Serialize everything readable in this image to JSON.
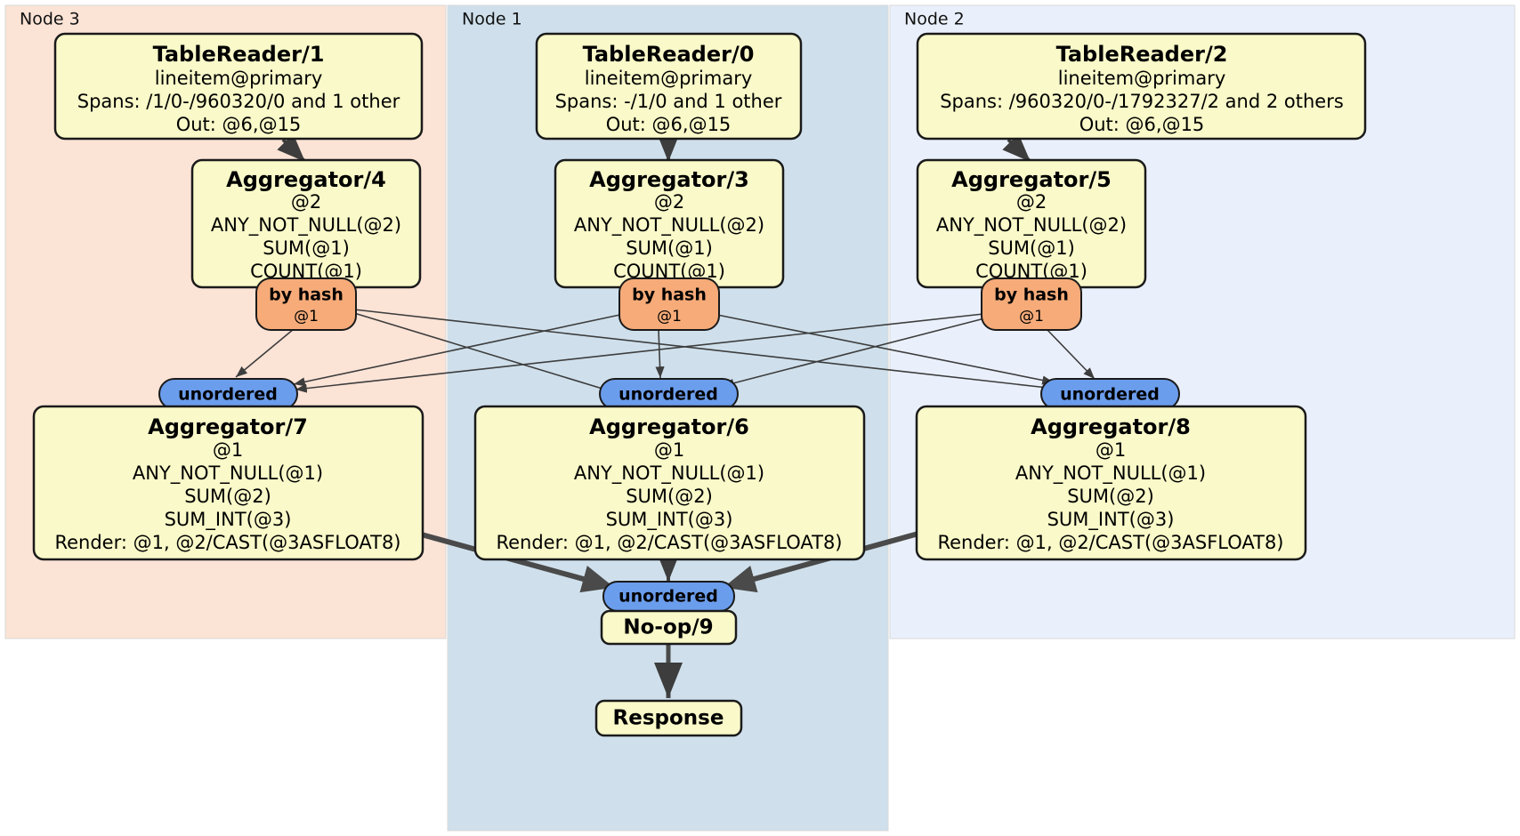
{
  "diagram": {
    "type": "distributed-query-plan",
    "colors": {
      "node3_panel": "#fbe3d6",
      "node1_panel": "#cfe0ec",
      "node2_panel": "#eaf0fb",
      "processor_fill": "#f9f9c9",
      "processor_stroke": "#1a1a1a",
      "hash_router_fill": "#f6ab79",
      "unordered_sync_fill": "#6b9ded",
      "edge_thin": "#3d3d3d",
      "edge_thick": "#4a4a4a"
    },
    "panels": [
      {
        "id": "node3",
        "label": "Node 3"
      },
      {
        "id": "node1",
        "label": "Node 1"
      },
      {
        "id": "node2",
        "label": "Node 2"
      }
    ],
    "boxes": {
      "tablereader1": {
        "title": "TableReader/1",
        "lines": [
          "lineitem@primary",
          "Spans: /1/0-/960320/0 and 1 other",
          "Out: @6,@15"
        ]
      },
      "tablereader0": {
        "title": "TableReader/0",
        "lines": [
          "lineitem@primary",
          "Spans: -/1/0 and 1 other",
          "Out: @6,@15"
        ]
      },
      "tablereader2": {
        "title": "TableReader/2",
        "lines": [
          "lineitem@primary",
          "Spans: /960320/0-/1792327/2 and 2 others",
          "Out: @6,@15"
        ]
      },
      "aggregator4": {
        "title": "Aggregator/4",
        "lines": [
          "@2",
          "ANY_NOT_NULL(@2)",
          "SUM(@1)",
          "COUNT(@1)"
        ]
      },
      "aggregator3": {
        "title": "Aggregator/3",
        "lines": [
          "@2",
          "ANY_NOT_NULL(@2)",
          "SUM(@1)",
          "COUNT(@1)"
        ]
      },
      "aggregator5": {
        "title": "Aggregator/5",
        "lines": [
          "@2",
          "ANY_NOT_NULL(@2)",
          "SUM(@1)",
          "COUNT(@1)"
        ]
      },
      "aggregator7": {
        "title": "Aggregator/7",
        "lines": [
          "@1",
          "ANY_NOT_NULL(@1)",
          "SUM(@2)",
          "SUM_INT(@3)",
          "Render: @1, @2/CAST(@3ASFLOAT8)"
        ]
      },
      "aggregator6": {
        "title": "Aggregator/6",
        "lines": [
          "@1",
          "ANY_NOT_NULL(@1)",
          "SUM(@2)",
          "SUM_INT(@3)",
          "Render: @1, @2/CAST(@3ASFLOAT8)"
        ]
      },
      "aggregator8": {
        "title": "Aggregator/8",
        "lines": [
          "@1",
          "ANY_NOT_NULL(@1)",
          "SUM(@2)",
          "SUM_INT(@3)",
          "Render: @1, @2/CAST(@3ASFLOAT8)"
        ]
      },
      "noop9": {
        "title": "No-op/9",
        "lines": []
      },
      "response": {
        "title": "Response",
        "lines": []
      }
    },
    "routers": {
      "hash_left": {
        "title": "by hash",
        "sub": "@1"
      },
      "hash_center": {
        "title": "by hash",
        "sub": "@1"
      },
      "hash_right": {
        "title": "by hash",
        "sub": "@1"
      }
    },
    "synchronizers": {
      "unordered_left": {
        "label": "unordered"
      },
      "unordered_center": {
        "label": "unordered"
      },
      "unordered_right": {
        "label": "unordered"
      },
      "unordered_final": {
        "label": "unordered"
      }
    }
  }
}
